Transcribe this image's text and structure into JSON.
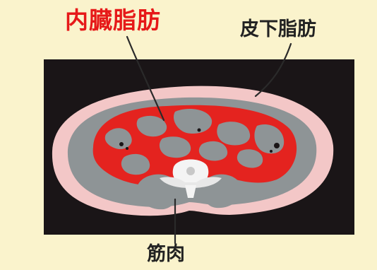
{
  "labels": {
    "visceral_fat": "内臓脂肪",
    "subcutaneous_fat": "皮下脂肪",
    "muscle": "筋肉"
  },
  "colors": {
    "background": "#faf3cc",
    "scan_background": "#1a1517",
    "subcutaneous_fat": "#f3c7c7",
    "muscle": "#8e9496",
    "visceral_fat": "#e4231f",
    "bone": "#f4f4f4",
    "visceral_label": "#e61919",
    "label_text": "#222222"
  }
}
